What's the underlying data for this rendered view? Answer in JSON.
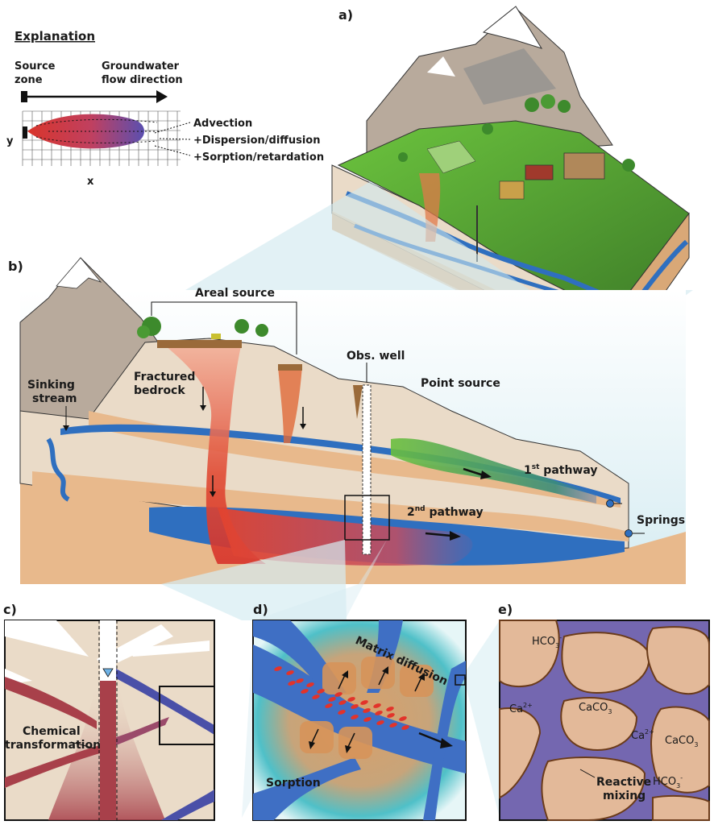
{
  "explanation": {
    "title": "Explanation",
    "source_zone": [
      "Source",
      "zone"
    ],
    "flow_direction": [
      "Groundwater",
      "flow direction"
    ],
    "axis_y": "y",
    "axis_x": "x",
    "processes": [
      "Advection",
      "+Dispersion/diffusion",
      "+Sorption/retardation"
    ]
  },
  "panel_labels": {
    "a": "a)",
    "b": "b)",
    "c": "c)",
    "d": "d)",
    "e": "e)"
  },
  "panel_b": {
    "areal_source": "Areal source",
    "obs_well": "Obs. well",
    "point_source": "Point source",
    "sinking_stream": [
      "Sinking",
      "stream"
    ],
    "fractured_bedrock": [
      "Fractured",
      "bedrock"
    ],
    "first_pathway": {
      "num": "1",
      "sup": "st",
      "text": " pathway"
    },
    "second_pathway": {
      "num": "2",
      "sup": "nd",
      "text": " pathway"
    },
    "springs": "Springs"
  },
  "panel_c": {
    "chemical_transformation": [
      "Chemical",
      "transformation"
    ]
  },
  "panel_d": {
    "matrix_diffusion": "Matrix diffusion",
    "sorption": "Sorption"
  },
  "panel_e": {
    "hco3_top": "HCO",
    "ca_left": "Ca",
    "caco3_center": "CaCO",
    "ca_right": "Ca",
    "caco3_right": "CaCO",
    "hco3_bottom": "HCO",
    "reactive_mixing": [
      "Reactive",
      "mixing"
    ]
  },
  "colors": {
    "rock": "#eadbc8",
    "sediment": "#e8b98c",
    "water": "#2f6fbf",
    "plume_red": "#d9352b",
    "plume_purple": "#6a4fb0",
    "grass": "#5fb83c",
    "mountain": "#b8aa9c"
  }
}
